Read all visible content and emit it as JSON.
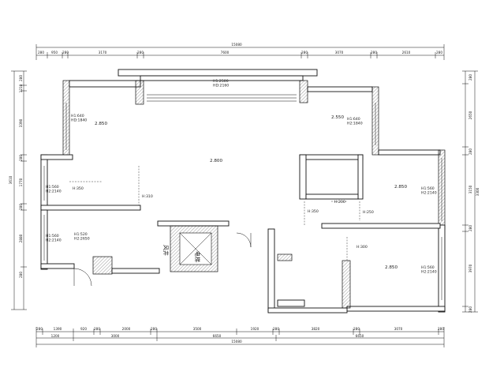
{
  "dimensions": {
    "top_total": "15080",
    "top_segments": [
      "280",
      "950",
      "280",
      "3170",
      "280",
      "7600",
      "280",
      "3070",
      "280",
      "2610",
      "280"
    ],
    "bottom_row1": [
      "280",
      "1390",
      "920",
      "280",
      "2000",
      "280",
      "3500",
      "1920",
      "280",
      "3820",
      "280",
      "3070",
      "280"
    ],
    "bottom_row2": [
      "1200",
      "3000",
      "6650",
      "6650"
    ],
    "bottom_total": "15080",
    "left_total": "3610",
    "left_segments": [
      "280",
      "1210",
      "3390",
      "280",
      "1770",
      "280",
      "2880",
      "280"
    ],
    "right_total": "3300",
    "right_segments": [
      "280",
      "2650",
      "280",
      "3150",
      "280",
      "3970",
      "280"
    ]
  },
  "openings": {
    "balcony_window": "H1:2500\nHD:2160",
    "left_bed_window": "H1:640\nHD:1840",
    "right_bed_window": "H1:640\nH2:1840",
    "study_window": "H1:560\nH2:2140",
    "bath_window": "H1:560\nH2:2140",
    "bath_window2": "H1:520\nH2:2650",
    "room_r2_window": "H1:560\nH2:2140",
    "room_r3_window": "H1:560\nH2:2140"
  },
  "doors": [
    "H:350",
    "H:310",
    "H:350",
    "H:200",
    "H:250",
    "H:300"
  ],
  "levels": [
    "2.850",
    "2.800",
    "2.550",
    "2.850",
    "2.850"
  ],
  "rooms": {
    "elevator": "电梯",
    "stair": "风井"
  }
}
